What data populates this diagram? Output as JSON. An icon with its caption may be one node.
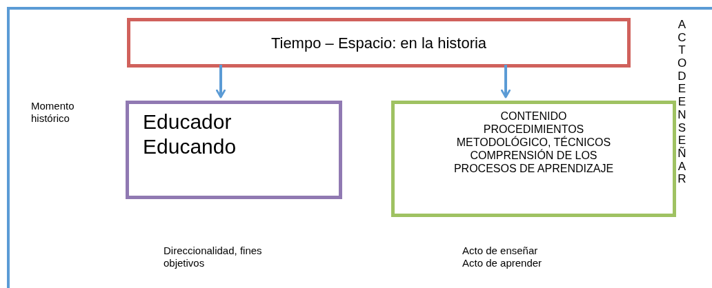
{
  "diagram": {
    "nodes": [
      {
        "text": [],
        "shape": "box"
      },
      {
        "text": [
          "Tiempo – Espacio: en la historia"
        ],
        "in": 0
      },
      {
        "text": [
          "Educador",
          "Educando"
        ],
        "in": 0
      },
      {
        "text": [
          "CONTENIDO",
          "PROCEDIMIENTOS METODOLÓGICO, TÉCNICOS",
          "COMPRENSIÓN DE LOS PROCESOS DE APRENDIZAJE"
        ],
        "in": 0
      }
    ],
    "edges": [
      {
        "from": 1,
        "to": 2,
        "arrow": "to"
      },
      {
        "from": 1,
        "to": 3,
        "arrow": "to"
      }
    ],
    "labels": [
      "Momento histórico",
      "Direccionalidad, fines objetivos",
      "Acto de enseñar",
      "Acto de aprender",
      "ACTO DE ENSEÑAR"
    ]
  }
}
